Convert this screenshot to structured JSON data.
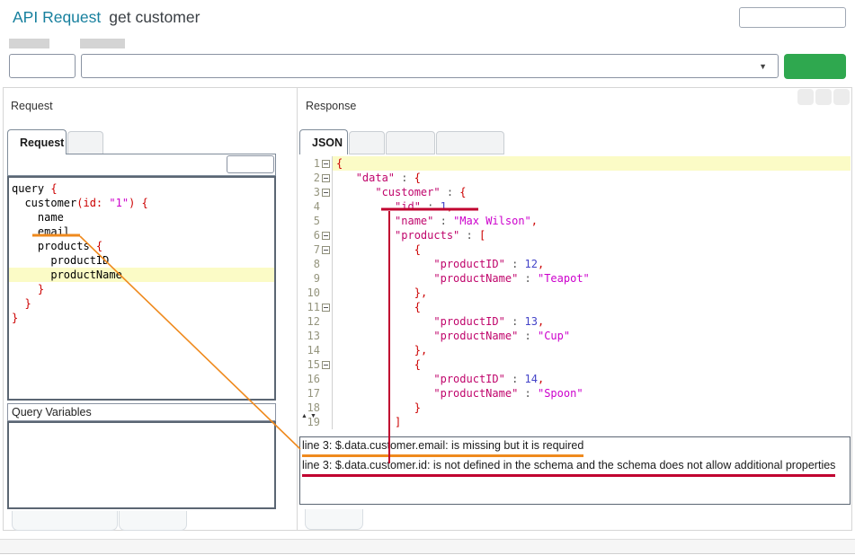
{
  "colors": {
    "accent-teal": "#17809e",
    "green": "#2fa84f",
    "annotation-orange": "#ef8a1e",
    "annotation-crimson": "#c0002f",
    "highlight-yellow": "#fbfbc6",
    "code-punct": "#cc0000",
    "code-key": "#c0066c",
    "code-string": "#cc00cc",
    "code-number": "#4343c8"
  },
  "icons": {
    "dropdown_caret": "▼",
    "scroll_up": "▲",
    "scroll_down": "▼"
  },
  "header": {
    "title": "API Request",
    "request_name": "get customer"
  },
  "controls": {
    "method_value": "",
    "endpoint_value": "",
    "send_label": ""
  },
  "request_panel": {
    "label": "Request",
    "tabs": [
      {
        "label": "Request",
        "active": true
      },
      {
        "label": "",
        "active": false
      }
    ],
    "toolbar_button_label": "",
    "query_variables_label": "Query Variables",
    "editor_lines": [
      {
        "tokens": [
          [
            "query ",
            "p"
          ],
          [
            "{",
            "r"
          ]
        ]
      },
      {
        "tokens": [
          [
            "  customer",
            "p"
          ],
          [
            "(",
            "r"
          ],
          [
            "id:",
            "r"
          ],
          [
            " ",
            "p"
          ],
          [
            "\"1\"",
            "m"
          ],
          [
            ")",
            "r"
          ],
          [
            " {",
            "r"
          ]
        ]
      },
      {
        "tokens": [
          [
            "    name",
            "p"
          ]
        ]
      },
      {
        "tokens": [
          [
            "    ",
            "p"
          ],
          [
            "email",
            "p"
          ]
        ]
      },
      {
        "tokens": [
          [
            "    products ",
            "p"
          ],
          [
            "{",
            "r"
          ]
        ]
      },
      {
        "tokens": [
          [
            "      productID",
            "p"
          ]
        ]
      },
      {
        "hl": true,
        "tokens": [
          [
            "      productName",
            "p"
          ]
        ]
      },
      {
        "tokens": [
          [
            "    }",
            "r"
          ]
        ]
      },
      {
        "tokens": [
          [
            "  }",
            "r"
          ]
        ]
      },
      {
        "tokens": [
          [
            "}",
            "r"
          ]
        ]
      }
    ]
  },
  "response_panel": {
    "label": "Response",
    "tabs": [
      {
        "label": "JSON",
        "active": true
      },
      {
        "label": "",
        "active": false
      },
      {
        "label": "",
        "active": false
      },
      {
        "label": "",
        "active": false
      }
    ],
    "editor_lines": [
      {
        "num": "1",
        "fold": true,
        "hl": true,
        "tokens": [
          [
            "{",
            "r"
          ]
        ]
      },
      {
        "num": "2",
        "fold": true,
        "tokens": [
          [
            "   ",
            "p"
          ],
          [
            "\"data\"",
            "k"
          ],
          [
            " : ",
            "c"
          ],
          [
            "{",
            "r"
          ]
        ]
      },
      {
        "num": "3",
        "fold": true,
        "tokens": [
          [
            "      ",
            "p"
          ],
          [
            "\"customer\"",
            "k"
          ],
          [
            " : ",
            "c"
          ],
          [
            "{",
            "r"
          ]
        ]
      },
      {
        "num": "4",
        "tokens": [
          [
            "         ",
            "p"
          ],
          [
            "\"id\"",
            "k"
          ],
          [
            " : ",
            "c"
          ],
          [
            "1",
            "n"
          ],
          [
            ",",
            "r"
          ]
        ]
      },
      {
        "num": "5",
        "tokens": [
          [
            "         ",
            "p"
          ],
          [
            "\"name\"",
            "k"
          ],
          [
            " : ",
            "c"
          ],
          [
            "\"Max Wilson\"",
            "m"
          ],
          [
            ",",
            "r"
          ]
        ]
      },
      {
        "num": "6",
        "fold": true,
        "tokens": [
          [
            "         ",
            "p"
          ],
          [
            "\"products\"",
            "k"
          ],
          [
            " : ",
            "c"
          ],
          [
            "[",
            "r"
          ]
        ]
      },
      {
        "num": "7",
        "fold": true,
        "tokens": [
          [
            "            ",
            "p"
          ],
          [
            "{",
            "r"
          ]
        ]
      },
      {
        "num": "8",
        "tokens": [
          [
            "               ",
            "p"
          ],
          [
            "\"productID\"",
            "k"
          ],
          [
            " : ",
            "c"
          ],
          [
            "12",
            "n"
          ],
          [
            ",",
            "r"
          ]
        ]
      },
      {
        "num": "9",
        "tokens": [
          [
            "               ",
            "p"
          ],
          [
            "\"productName\"",
            "k"
          ],
          [
            " : ",
            "c"
          ],
          [
            "\"Teapot\"",
            "m"
          ]
        ]
      },
      {
        "num": "10",
        "tokens": [
          [
            "            ",
            "p"
          ],
          [
            "}",
            "r"
          ],
          [
            ",",
            "r"
          ]
        ]
      },
      {
        "num": "11",
        "fold": true,
        "tokens": [
          [
            "            ",
            "p"
          ],
          [
            "{",
            "r"
          ]
        ]
      },
      {
        "num": "12",
        "tokens": [
          [
            "               ",
            "p"
          ],
          [
            "\"productID\"",
            "k"
          ],
          [
            " : ",
            "c"
          ],
          [
            "13",
            "n"
          ],
          [
            ",",
            "r"
          ]
        ]
      },
      {
        "num": "13",
        "tokens": [
          [
            "               ",
            "p"
          ],
          [
            "\"productName\"",
            "k"
          ],
          [
            " : ",
            "c"
          ],
          [
            "\"Cup\"",
            "m"
          ]
        ]
      },
      {
        "num": "14",
        "tokens": [
          [
            "            ",
            "p"
          ],
          [
            "}",
            "r"
          ],
          [
            ",",
            "r"
          ]
        ]
      },
      {
        "num": "15",
        "fold": true,
        "tokens": [
          [
            "            ",
            "p"
          ],
          [
            "{",
            "r"
          ]
        ]
      },
      {
        "num": "16",
        "tokens": [
          [
            "               ",
            "p"
          ],
          [
            "\"productID\"",
            "k"
          ],
          [
            " : ",
            "c"
          ],
          [
            "14",
            "n"
          ],
          [
            ",",
            "r"
          ]
        ]
      },
      {
        "num": "17",
        "tokens": [
          [
            "               ",
            "p"
          ],
          [
            "\"productName\"",
            "k"
          ],
          [
            " : ",
            "c"
          ],
          [
            "\"Spoon\"",
            "m"
          ]
        ]
      },
      {
        "num": "18",
        "tokens": [
          [
            "            ",
            "p"
          ],
          [
            "}",
            "r"
          ]
        ]
      },
      {
        "num": "19",
        "tokens": [
          [
            "         ",
            "p"
          ],
          [
            "]",
            "r"
          ]
        ]
      }
    ],
    "errors": [
      {
        "text": "line 3: $.data.customer.email: is missing but it is required",
        "underline": "orange"
      },
      {
        "text": "line 3: $.data.customer.id: is not defined in the schema and the schema does not allow additional properties",
        "underline": "crimson"
      }
    ]
  }
}
